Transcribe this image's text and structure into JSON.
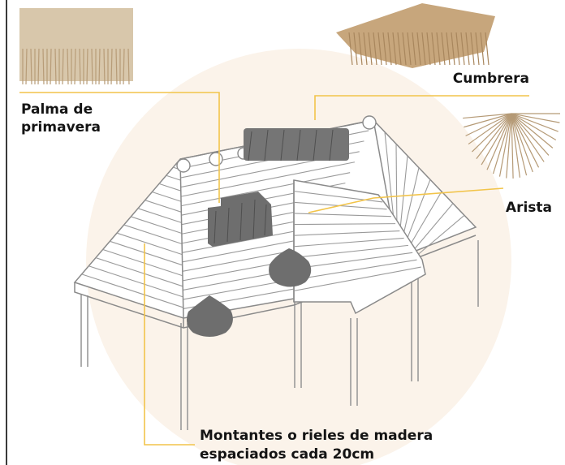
{
  "colors": {
    "accent_line": "#f2c44a",
    "background_circle": "#fbf3ea",
    "structure_line": "#8a8a8a",
    "thatch_dark": "#6d6d6d",
    "palm_tan": "#c9b08e",
    "text": "#141414"
  },
  "labels": {
    "palma": "Palma de\nprimavera",
    "cumbrera": "Cumbrera",
    "arista": "Arista",
    "montantes_line1": "Montantes o rieles de madera",
    "montantes_line2": "espaciados cada 20cm"
  }
}
